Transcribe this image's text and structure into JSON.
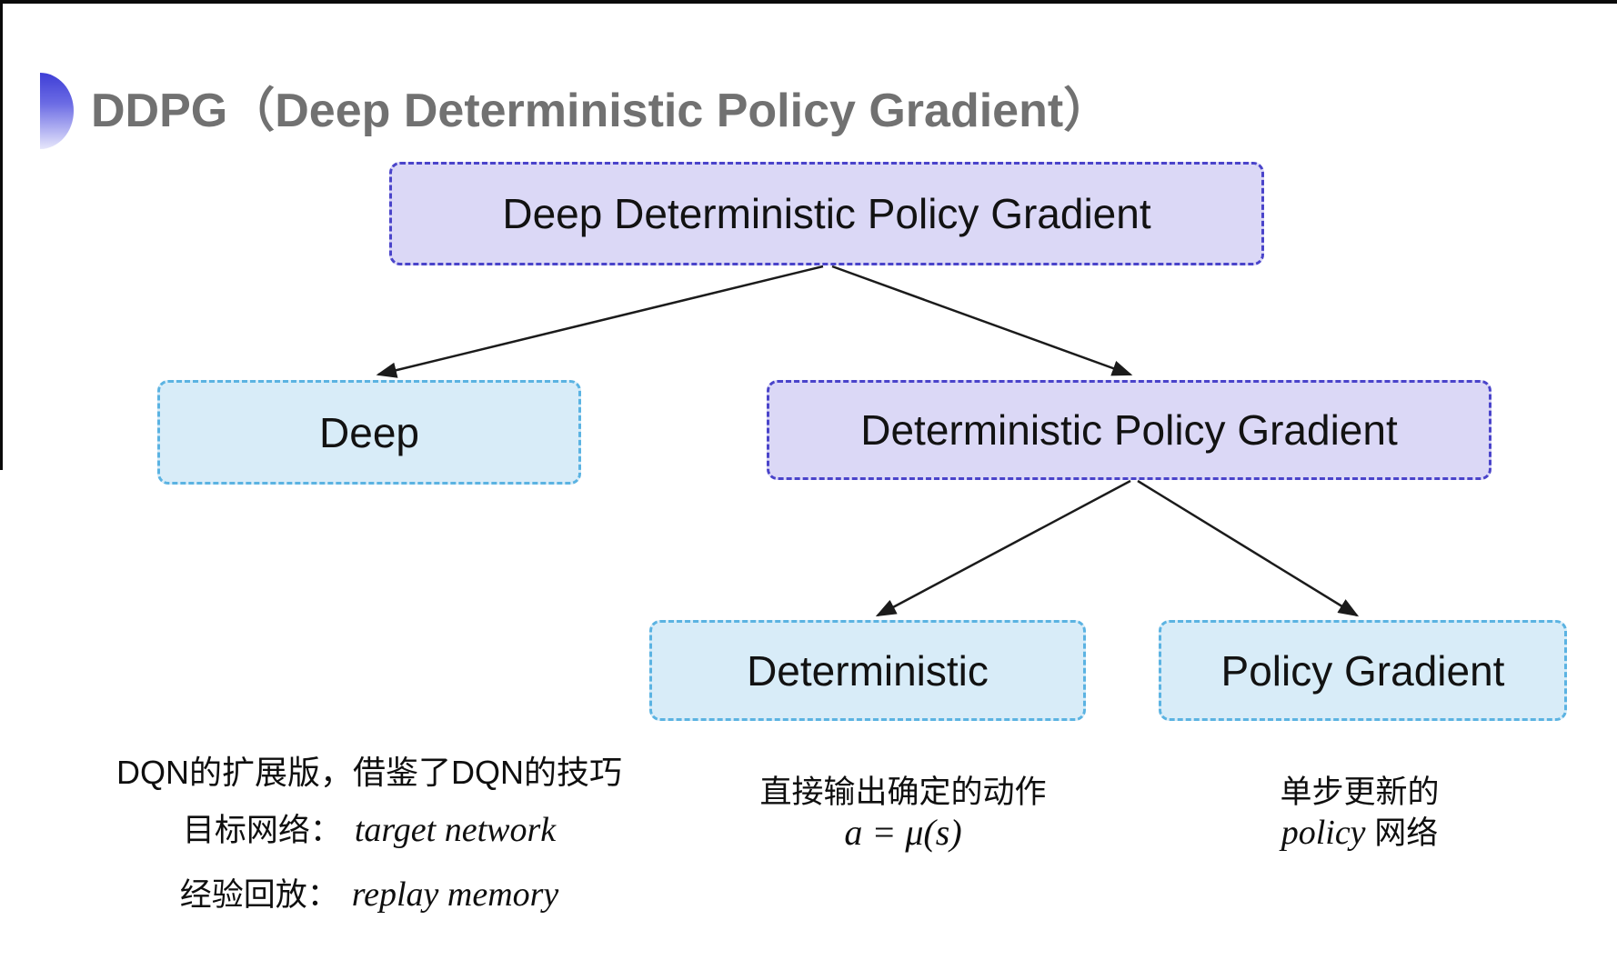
{
  "header": {
    "title": "DDPG（Deep Deterministic Policy Gradient）",
    "title_color": "#717171",
    "bullet_icon": "half-circle-gradient"
  },
  "diagram": {
    "nodes": [
      {
        "id": "ddpg",
        "label": "Deep Deterministic Policy Gradient",
        "style": "purple"
      },
      {
        "id": "deep",
        "label": "Deep",
        "style": "blue"
      },
      {
        "id": "dpg",
        "label": "Deterministic Policy Gradient",
        "style": "purple"
      },
      {
        "id": "deterministic",
        "label": "Deterministic",
        "style": "blue"
      },
      {
        "id": "pg",
        "label": "Policy Gradient",
        "style": "blue"
      }
    ],
    "edges": [
      {
        "from": "ddpg",
        "to": "deep"
      },
      {
        "from": "ddpg",
        "to": "dpg"
      },
      {
        "from": "dpg",
        "to": "deterministic"
      },
      {
        "from": "dpg",
        "to": "pg"
      }
    ],
    "colors": {
      "purple_fill": "#dbd8f6",
      "purple_border": "#4a44ca",
      "blue_fill": "#d8ecf8",
      "blue_border": "#5bb3e2",
      "arrow": "#1b1b1b"
    }
  },
  "annotations": {
    "deep_note": {
      "line1": "DQN的扩展版，借鉴了DQN的技巧",
      "line2_label": "目标网络：",
      "line2_value": "target network",
      "line3_label": "经验回放：",
      "line3_value": "replay memory"
    },
    "deterministic_note": {
      "line1": "直接输出确定的动作",
      "equation": "a = μ(s)"
    },
    "pg_note": {
      "line1": "单步更新的",
      "line2_italic": "policy",
      "line2_rest": " 网络"
    }
  }
}
